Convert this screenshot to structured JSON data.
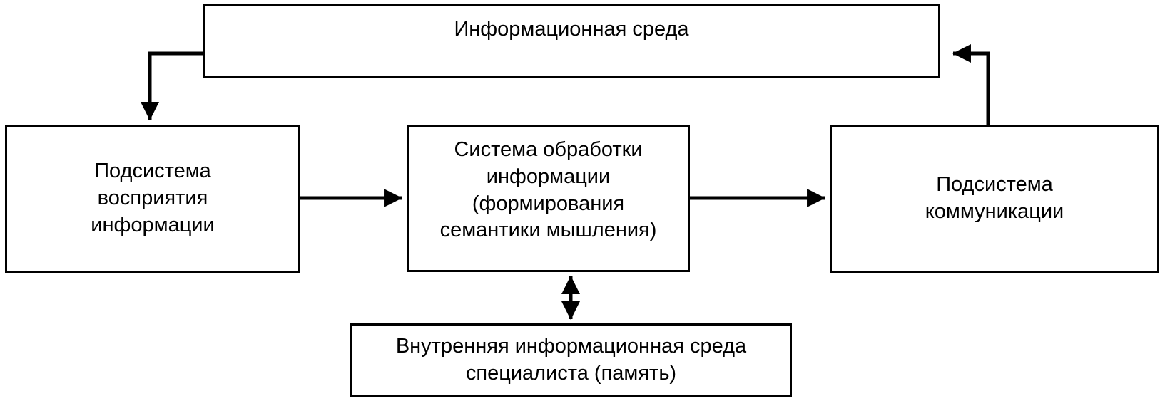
{
  "diagram": {
    "title_text": "Информационная среда",
    "nodes": {
      "environment": {
        "label": "Информационная среда"
      },
      "perception": {
        "label": "Подсистема\nвосприятия\nинформации"
      },
      "processing": {
        "label": "Система обработки\nинформации\n(формирования\nсемантики мышления)"
      },
      "communication": {
        "label": "Подсистема\nкоммуникации"
      },
      "memory": {
        "label": "Внутренняя информационная среда\nспециалиста (память)"
      }
    },
    "edges": [
      {
        "name": "environment-to-perception",
        "style": "solid",
        "arrow": "single",
        "from": "environment",
        "to": "perception"
      },
      {
        "name": "perception-to-processing",
        "style": "solid",
        "arrow": "single",
        "from": "perception",
        "to": "processing"
      },
      {
        "name": "processing-to-communication",
        "style": "solid",
        "arrow": "single",
        "from": "processing",
        "to": "communication"
      },
      {
        "name": "communication-to-environment",
        "style": "dashed",
        "arrow": "single",
        "from": "communication",
        "to": "environment"
      },
      {
        "name": "processing-to-memory",
        "style": "solid",
        "arrow": "double",
        "from": "processing",
        "to": "memory"
      }
    ],
    "colors": {
      "stroke": "#000000",
      "fill": "#ffffff",
      "text": "#000000"
    }
  }
}
